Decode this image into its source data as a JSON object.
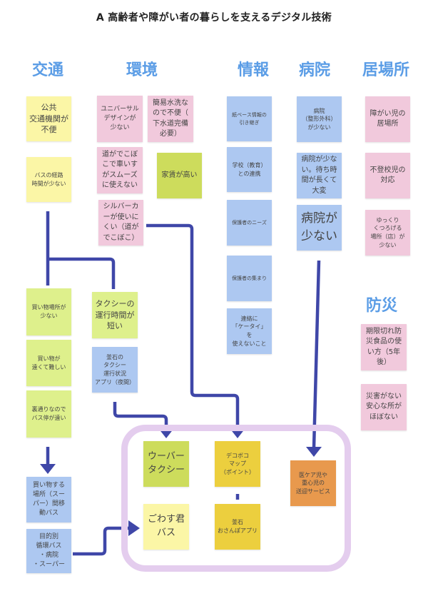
{
  "title": "A 高齢者や障がい者の暮らしを支えるデジタル技術",
  "categories": {
    "transport": "交通",
    "environment": "環境",
    "information": "情報",
    "hospital": "病院",
    "place": "居場所",
    "disaster": "防災"
  },
  "notes": {
    "transport": [
      "公共\n交通機関が\n不便",
      "バスの経路\n時間が少ない",
      "買い物場所が\n少ない",
      "買い物が\n遠くて難しい",
      "裏通りなので\nバス停が遠い",
      "買い物する\n場所（スー\nパー）間移\n動バス",
      "目的別\n循環バス\n・病院\n・スーパー"
    ],
    "environment": [
      "ユニバーサル\nデザインが\n少ない",
      "簡易水洗な\nので不便（\n下水道完備\n必要）",
      "道がでこぼ\nこで車いす\nがスムーズ\nに使えない",
      "家賃が高い",
      "シルバーカ\nーが使いに\nくい（道が\nでこぼこ）",
      "タクシーの\n運行時間が\n短い",
      "釜石の\nタクシー\n運行状況\nアプリ（夜間）"
    ],
    "information": [
      "紙ベース情報の\n引き継ぎ",
      "学校（教育）\nとの連携",
      "保護者のニーズ",
      "保護者の集まり",
      "連絡に\n「ケータイ」を\n使えないこと"
    ],
    "hospital": [
      "病院\n（整形外科）\nが少ない",
      "病院が少な\nい。待ち時\n間が長くて\n大変",
      "病院が\n少ない"
    ],
    "place": [
      "障がい児の\n居場所",
      "不登校児の\n対応",
      "ゆっくり\nくつろげる\n場所（店）が\n少ない"
    ],
    "disaster": [
      "期限切れ防\n災食品の使\nい方（5年\n後）",
      "災害がない\n安心な所が\nほぼない"
    ]
  },
  "solutions": {
    "uber": "ウーバー\nタクシー",
    "gowasu": "ごわす君\nバス",
    "dekoboko": "デコボコ\nマップ\n（ポイント）",
    "osanpo": "釜石\nおさんぽアプリ",
    "care": "医ケア児や\n重心児の\n送迎サービス"
  },
  "colors": {
    "connector": "#3f47a8",
    "frame": "#e4cdee",
    "category": "#5b9de6"
  }
}
